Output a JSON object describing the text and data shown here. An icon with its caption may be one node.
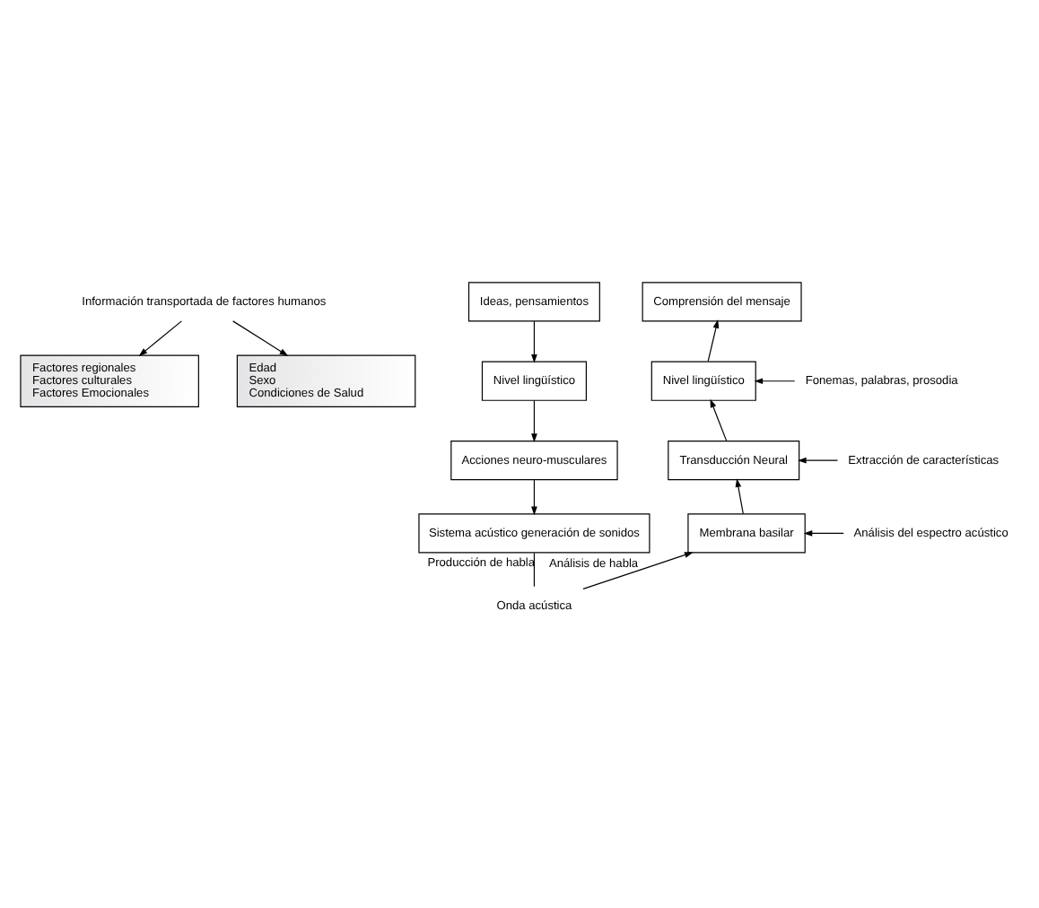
{
  "diagram": {
    "nodes": [
      {
        "text": [
          "Información transportada de factores humanos"
        ]
      },
      {
        "text": [
          "Factores regionales",
          "Factores culturales",
          "Factores Emocionales"
        ]
      },
      {
        "text": [
          "Edad",
          "Sexo",
          "Condiciones de Salud"
        ]
      },
      {
        "text": [
          "Ideas, pensamientos"
        ]
      },
      {
        "text": [
          "Comprensión del mensaje"
        ]
      },
      {
        "text": [
          "Nivel lingüístico"
        ]
      },
      {
        "text": [
          "Fonemas, palabras, prosodia"
        ]
      },
      {
        "text": [
          "Nivel lingüístico"
        ]
      },
      {
        "text": [
          "Acciones neuro-musculares"
        ]
      },
      {
        "text": [
          "Extracción de características"
        ]
      },
      {
        "text": [
          "Transducción Neural"
        ]
      },
      {
        "text": [
          "Sistema acústico generación de sonidos"
        ]
      },
      {
        "text": [
          "Análisis del espectro acústico"
        ]
      },
      {
        "text": [
          "Membrana basilar"
        ]
      },
      {
        "text": [
          "Onda acústica"
        ]
      }
    ],
    "edges": [
      {
        "from": 0,
        "to": 1,
        "arrow": "to"
      },
      {
        "from": 0,
        "to": 2,
        "arrow": "to"
      },
      {
        "from": 3,
        "to": 5,
        "arrow": "to"
      },
      {
        "from": 5,
        "to": 8,
        "arrow": "to"
      },
      {
        "from": 8,
        "to": 11,
        "arrow": "to"
      },
      {
        "from": 11,
        "to": 14,
        "arrow": "none",
        "label": "Producción de habla"
      },
      {
        "from": 14,
        "to": 13,
        "arrow": "to",
        "label": "Análisis de habla"
      },
      {
        "from": 13,
        "to": 10,
        "arrow": "to"
      },
      {
        "from": 10,
        "to": 7,
        "arrow": "to"
      },
      {
        "from": 7,
        "to": 4,
        "arrow": "to"
      },
      {
        "from": 6,
        "to": 7,
        "arrow": "to"
      },
      {
        "from": 9,
        "to": 10,
        "arrow": "to"
      },
      {
        "from": 12,
        "to": 13,
        "arrow": "to"
      }
    ]
  }
}
